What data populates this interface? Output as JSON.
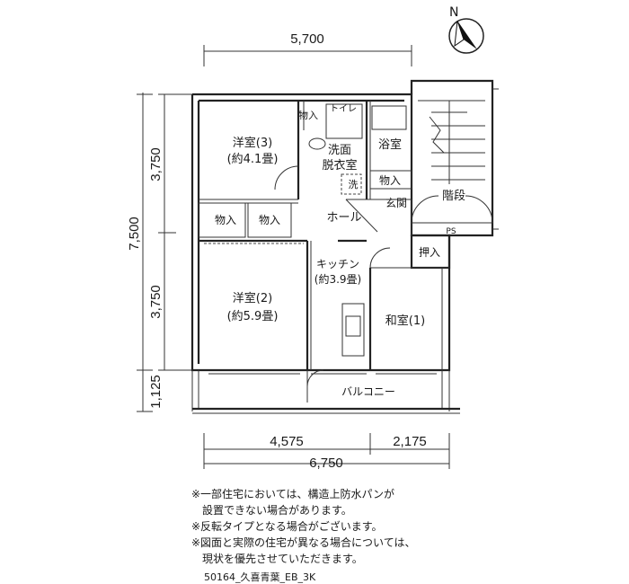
{
  "dimensions": {
    "top_width": "5,700",
    "left_top": "3,750",
    "left_total": "7,500",
    "left_bottom": "3,750",
    "left_balcony": "1,125",
    "bottom_left": "4,575",
    "bottom_right": "2,175",
    "bottom_total": "6,750"
  },
  "compass": {
    "label": "N",
    "icon": "north-arrow-icon"
  },
  "rooms": {
    "bedroom3": {
      "name": "洋室(3)",
      "size": "(約4.1畳)"
    },
    "bedroom2": {
      "name": "洋室(2)",
      "size": "(約5.9畳)"
    },
    "japanese_room": {
      "name": "和室(1)"
    },
    "kitchen": {
      "name": "キッチン",
      "size": "(約3.9畳)"
    },
    "washroom": {
      "line1": "洗面",
      "line2": "脱衣室"
    },
    "bath": "浴室",
    "toilet": "トイレ",
    "hall": "ホール",
    "entrance": "玄関",
    "stairs": "階段",
    "balcony": "バルコニー",
    "storage": "物入",
    "closet": "押入",
    "washer": "洗",
    "pipe_space": "PS"
  },
  "notes": [
    "※一部住宅においては、構造上防水パンが",
    "設置できない場合があります。",
    "※反転タイプとなる場合がございます。",
    "※図面と実際の住宅が異なる場合については、",
    "現状を優先させていただきます。"
  ],
  "code": "50164_久喜青葉_EB_3K"
}
